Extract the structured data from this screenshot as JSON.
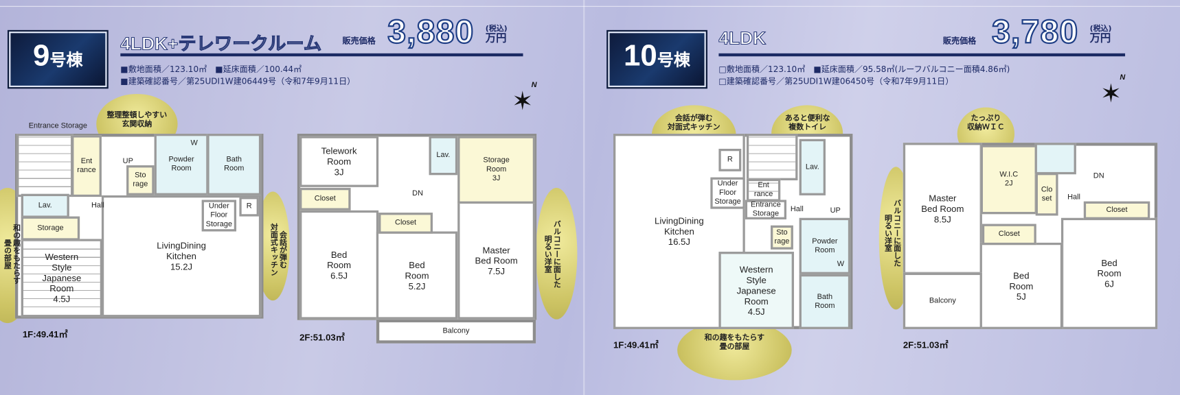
{
  "units": [
    {
      "badge_num": "9",
      "badge_suffix": "号棟",
      "type": "4LDK+テレワークルーム",
      "price_label": "販売価格",
      "price": "3,880",
      "tax": "(税込)",
      "unit": "万円",
      "spec1": "■敷地面積／123.10㎡　■延床面積／100.44㎡",
      "spec2": "■建築確認番号／第25UDI1W建06449号（令和7年9月11日）",
      "compass": "N",
      "bubbles": [
        "整理整頓しやすい\n玄関収納",
        "和の趣をもたらす\n畳の部屋",
        "会話が弾む\n対面式キッチン",
        "バルコニーに面した\n明るい洋室"
      ],
      "floor1_area": "1F:49.41㎡",
      "floor2_area": "2F:51.03㎡",
      "rooms1": [
        "Entrance Storage",
        "",
        "Ent\nrance",
        "Hall",
        "UP",
        "Sto\nrage",
        "Powder\nRoom",
        "Bath\nRoom",
        "Lav.",
        "Storage",
        "Western\nStyle\nJapanese\nRoom\n4.5J",
        "LivingDining\nKitchen\n15.2J",
        "Under\nFloor\nStorage",
        "R",
        "W"
      ],
      "rooms2": [
        "Telework\nRoom\n3J",
        "DN",
        "Lav.",
        "Storage\nRoom\n3J",
        "Closet",
        "Bed\nRoom\n6.5J",
        "Closet",
        "Bed\nRoom\n5.2J",
        "Master\nBed Room\n7.5J",
        "Balcony"
      ]
    },
    {
      "badge_num": "10",
      "badge_suffix": "号棟",
      "type": "4LDK",
      "price_label": "販売価格",
      "price": "3,780",
      "tax": "(税込)",
      "unit": "万円",
      "spec1": "□敷地面積／123.10㎡　■延床面積／95.58㎡(ルーフバルコニー面積4.86㎡)",
      "spec2": "□建築確認番号／第25UDI1W建06450号（令和7年9月11日）",
      "compass": "N",
      "bubbles": [
        "会話が弾む\n対面式キッチン",
        "あると便利な\n複数トイレ",
        "和の趣をもたらす\n畳の部屋",
        "たっぷり\n収納ＷＩＣ",
        "バルコニーに面した\n明るい洋室"
      ],
      "floor1_area": "1F:49.41㎡",
      "floor2_area": "2F:51.03㎡",
      "rooms1": [
        "LivingDining\nKitchen\n16.5J",
        "R",
        "Under\nFloor\nStorage",
        "",
        "Ent\nrance",
        "Entrance\nStorage",
        "Hall",
        "Lav.",
        "UP",
        "Sto\nrage",
        "Western\nStyle\nJapanese\nRoom\n4.5J",
        "Powder\nRoom",
        "W",
        "Bath\nRoom"
      ],
      "rooms2": [
        "Master\nBed Room\n8.5J",
        "Balcony",
        "W.I.C\n2J",
        "",
        "Clo\nset",
        "DN",
        "Hall",
        "Closet",
        "Bed\nRoom\n5J",
        "Closet",
        "Bed\nRoom\n6J"
      ]
    }
  ],
  "colors": {
    "badge": "#0e1b3c",
    "accent": "#1b2a63",
    "bubble": "#cdc464"
  }
}
